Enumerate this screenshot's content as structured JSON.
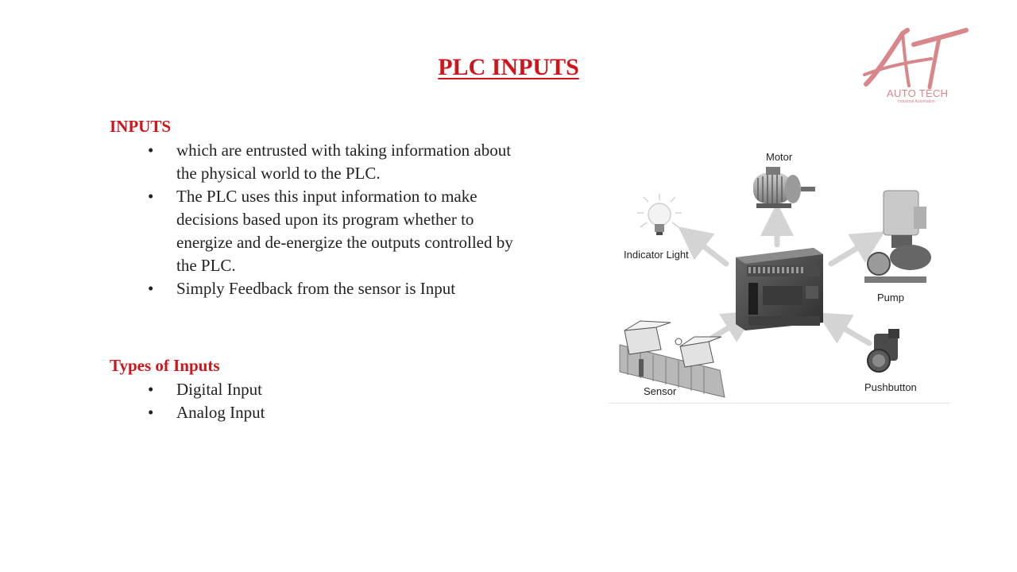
{
  "slide": {
    "title": "PLC INPUTS",
    "inputs_section": {
      "heading": "INPUTS",
      "bullets": [
        "which are entrusted with taking  information about the physical world to the PLC.",
        "The PLC uses this input information to make decisions based upon its program whether to energize and de-energize the outputs controlled by the PLC.",
        "Simply Feedback from the sensor is Input"
      ]
    },
    "types_section": {
      "heading": "Types of Inputs",
      "bullets": [
        "Digital Input",
        "Analog Input"
      ]
    },
    "bullet_glyph": "•"
  },
  "logo": {
    "monogram": "AT",
    "name": "AUTO TECH",
    "tagline": "Industrial Automation",
    "color": "#d9868a"
  },
  "diagram": {
    "center_device": "plc-icon",
    "labels": {
      "motor": "Motor",
      "indicator_light": "Indicator Light",
      "pump": "Pump",
      "sensor": "Sensor",
      "pushbutton": "Pushbutton"
    }
  },
  "colors": {
    "heading_red": "#d0141b",
    "body_text": "#222222",
    "arrow_gray": "#d4d4d4"
  }
}
